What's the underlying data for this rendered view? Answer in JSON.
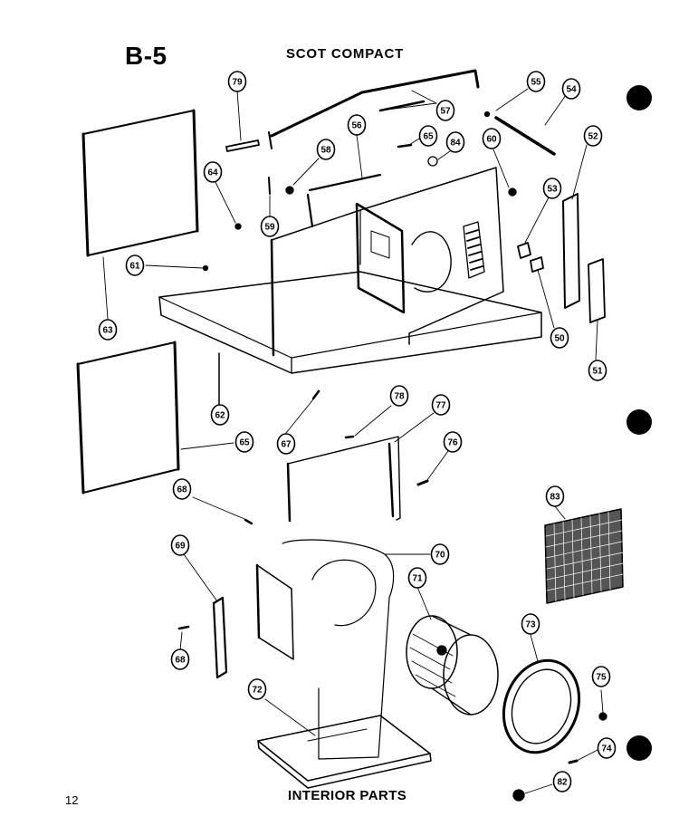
{
  "header": {
    "page_code": "B-5",
    "model_name": "SCOT COMPACT"
  },
  "footer": {
    "caption": "INTERIOR PARTS",
    "page_number": "12"
  },
  "colors": {
    "ink": "#000000",
    "paper": "#ffffff",
    "screen_fill": "#555555"
  },
  "callouts": [
    {
      "id": "79",
      "label": "79"
    },
    {
      "id": "57",
      "label": "57"
    },
    {
      "id": "55",
      "label": "55"
    },
    {
      "id": "54",
      "label": "54"
    },
    {
      "id": "56",
      "label": "56"
    },
    {
      "id": "58",
      "label": "58"
    },
    {
      "id": "65a",
      "label": "65"
    },
    {
      "id": "84",
      "label": "84"
    },
    {
      "id": "60",
      "label": "60"
    },
    {
      "id": "52",
      "label": "52"
    },
    {
      "id": "64",
      "label": "64"
    },
    {
      "id": "59",
      "label": "59"
    },
    {
      "id": "53",
      "label": "53"
    },
    {
      "id": "61",
      "label": "61"
    },
    {
      "id": "63",
      "label": "63"
    },
    {
      "id": "50",
      "label": "50"
    },
    {
      "id": "51",
      "label": "51"
    },
    {
      "id": "62",
      "label": "62"
    },
    {
      "id": "78",
      "label": "78"
    },
    {
      "id": "77",
      "label": "77"
    },
    {
      "id": "65b",
      "label": "65"
    },
    {
      "id": "67",
      "label": "67"
    },
    {
      "id": "76",
      "label": "76"
    },
    {
      "id": "68a",
      "label": "68"
    },
    {
      "id": "83",
      "label": "83"
    },
    {
      "id": "69",
      "label": "69"
    },
    {
      "id": "70",
      "label": "70"
    },
    {
      "id": "71",
      "label": "71"
    },
    {
      "id": "68b",
      "label": "68"
    },
    {
      "id": "73",
      "label": "73"
    },
    {
      "id": "75",
      "label": "75"
    },
    {
      "id": "72",
      "label": "72"
    },
    {
      "id": "74",
      "label": "74"
    },
    {
      "id": "82",
      "label": "82"
    }
  ]
}
